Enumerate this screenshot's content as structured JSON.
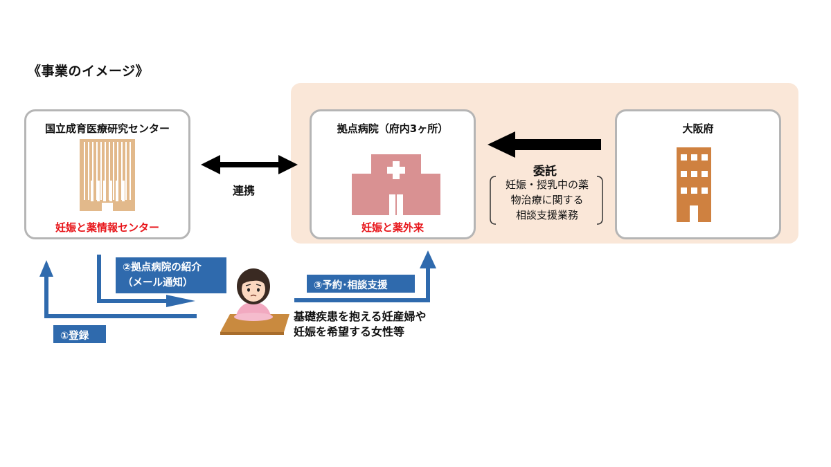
{
  "heading": "《事業のイメージ》",
  "colors": {
    "peach_bg": "#fae7d8",
    "card_border": "#b5b5b5",
    "red_label": "#e8161b",
    "blue": "#2f6aad",
    "building_tan": "#e2b98b",
    "hospital_pink": "#d99192",
    "office_orange": "#cf8140"
  },
  "ncchd": {
    "title": "国立成育医療研究センター",
    "label": "妊娠と薬情報センター",
    "icon": "tall-building-icon"
  },
  "hospital": {
    "title": "拠点病院（府内3ヶ所）",
    "label": "妊娠と薬外来",
    "icon": "hospital-icon"
  },
  "osaka": {
    "title": "大阪府",
    "icon": "office-building-icon"
  },
  "cooperation_label": "連携",
  "commission": {
    "label": "委託",
    "description_lines": [
      "妊娠・授乳中の薬",
      "物治療に関する",
      "相談支援業務"
    ]
  },
  "steps": {
    "step1": "①登録",
    "step2_line1": "②拠点病院の紹介",
    "step2_line2": "（メール通知）",
    "step3": "③予約･相談支援"
  },
  "patient": {
    "icon": "worried-woman-icon",
    "lines": [
      "基礎疾患を抱える妊産婦や",
      "妊娠を希望する女性等"
    ]
  }
}
